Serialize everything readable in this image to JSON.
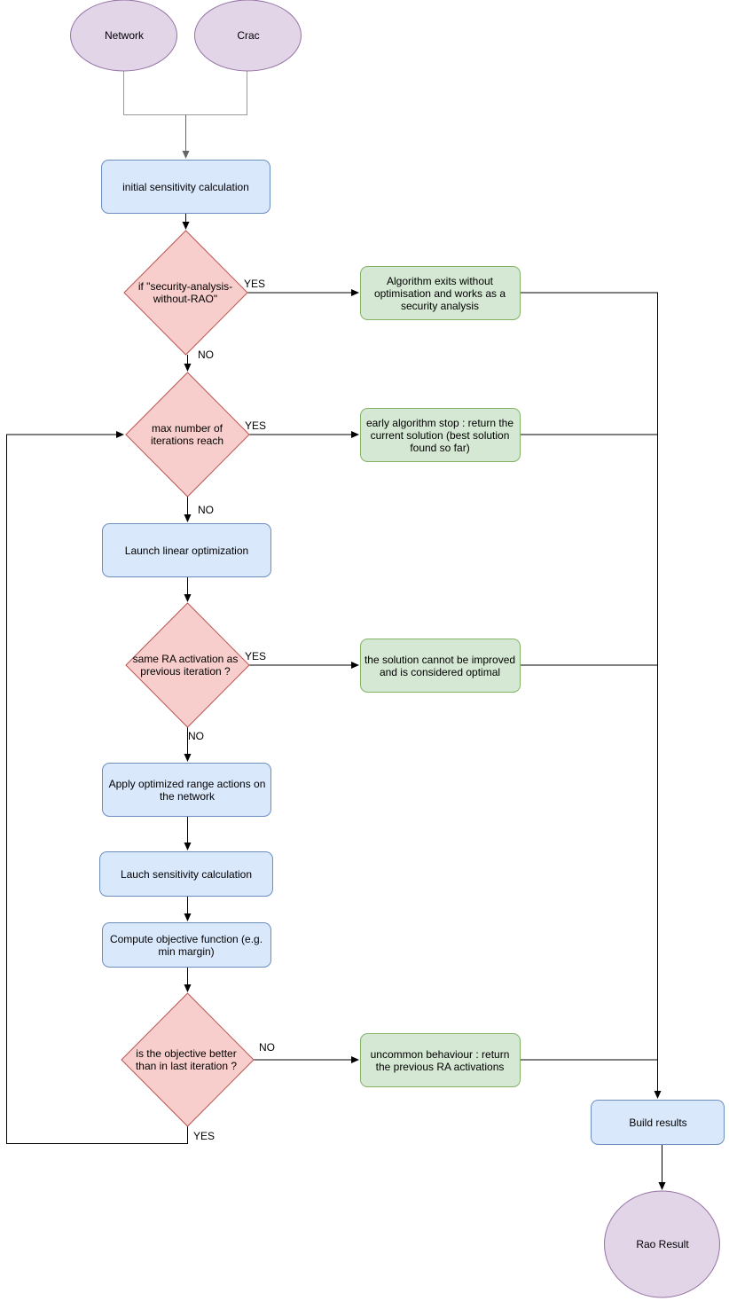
{
  "colors": {
    "ellipse_fill": "#e1d5e7",
    "ellipse_stroke": "#9673a6",
    "process_fill": "#dae8fc",
    "process_stroke": "#6c8ebf",
    "decision_fill": "#f8cecc",
    "decision_stroke": "#b85450",
    "exit_fill": "#d5e8d4",
    "exit_stroke": "#82b366",
    "edge": "#000000",
    "input_edge": "#999999"
  },
  "inputs": {
    "network": "Network",
    "crac": "Crac"
  },
  "steps": {
    "initial_sensitivity": "initial sensitivity calculation",
    "launch_linear_optimization": "Launch linear optimization",
    "apply_range_actions": "Apply optimized range actions on the network",
    "lauch_sensitivity": "Lauch sensitivity calculation",
    "compute_objective": "Compute objective function (e.g. min margin)",
    "build_results": "Build results"
  },
  "decisions": {
    "security_analysis": "if \"security-analysis-without-RAO\"",
    "max_iterations": "max number of iterations reach",
    "same_ra_activation": "same RA activation as previous iteration ?",
    "objective_better": "is the objective better than in last iteration ?"
  },
  "exits": {
    "security_analysis_exit": "Algorithm exits without optimisation and works as a security analysis",
    "early_stop": "early algorithm stop : return the current solution (best solution found so far)",
    "cannot_improve": "the solution cannot be improved and is considered optimal",
    "uncommon_behaviour": "uncommon behaviour : return the previous RA activations"
  },
  "edge_labels": {
    "yes_1": "YES",
    "no_1": "NO",
    "yes_2": "YES",
    "no_2": "NO",
    "yes_3": "YES",
    "no_3": "NO",
    "no_4": "NO",
    "yes_4": "YES"
  },
  "output": {
    "rao_result": "Rao Result"
  }
}
